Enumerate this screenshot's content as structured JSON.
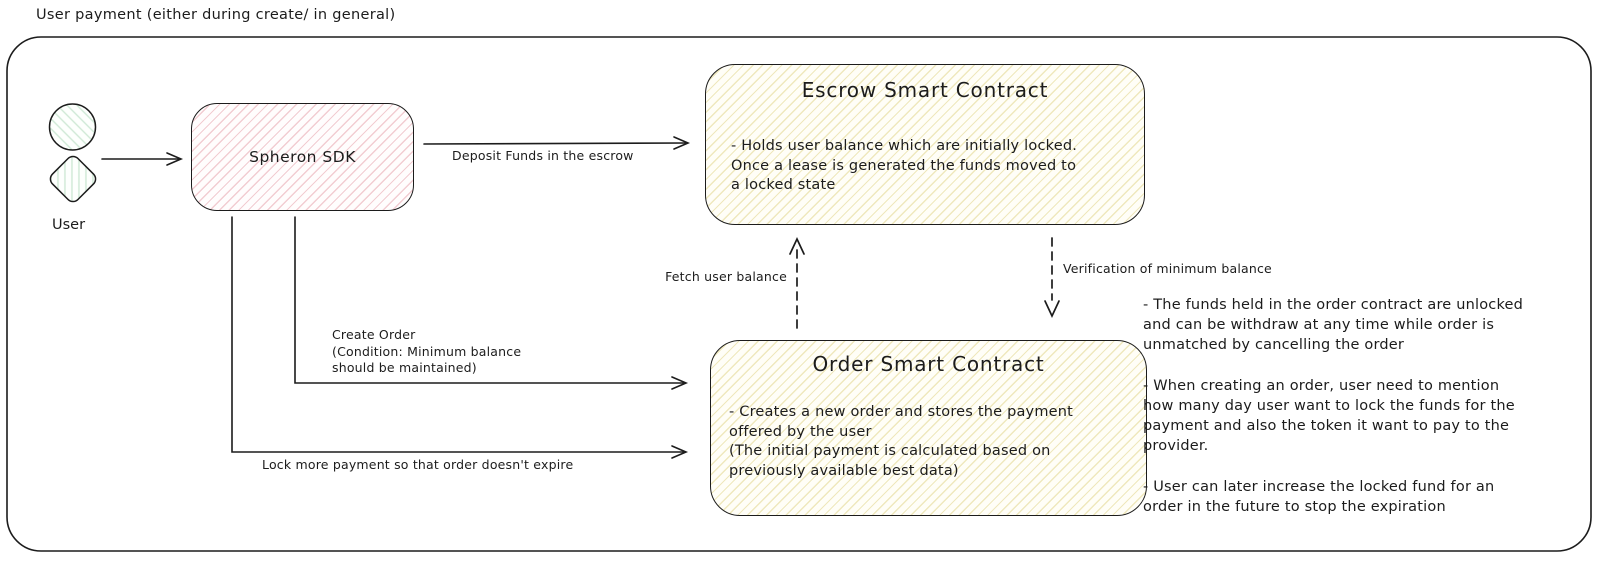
{
  "title": "User payment (either during create/ in general)",
  "nodes": {
    "user": {
      "label": "User"
    },
    "sdk": {
      "label": "Spheron SDK"
    },
    "escrow": {
      "title": "Escrow Smart Contract",
      "body": "- Holds user balance which are initially locked.\nOnce a lease is generated the funds moved to\na locked state"
    },
    "order": {
      "title": "Order Smart Contract",
      "body": "- Creates a new order and stores the payment\noffered by the user\n(The initial payment is calculated based on\npreviously available best data)"
    }
  },
  "edges": {
    "deposit_label": "Deposit Funds in the escrow",
    "fetch_label": "Fetch user balance",
    "verify_label": "Verification of minimum balance",
    "create_order_label": "Create Order\n(Condition: Minimum balance\nshould be maintained)",
    "lock_more_label": "Lock more payment so that order doesn't expire"
  },
  "notes": {
    "unlock": "- The funds held in the order contract are unlocked\nand can be withdraw at any time while order is\nunmatched by cancelling the order",
    "mention": "- When creating an order, user need to mention\nhow many day user want to lock the funds for the\npayment and also the token it want to pay to the\nprovider.",
    "increase": "- User can later increase the locked fund for an\norder in the future to stop the expiration"
  },
  "colors": {
    "stroke": "#1c1c1c",
    "pink_hatch": "#f2cdd2",
    "yellow_hatch": "#efe8bd",
    "green_hatch": "#cfe9d6",
    "box_background": "#fffef7"
  }
}
